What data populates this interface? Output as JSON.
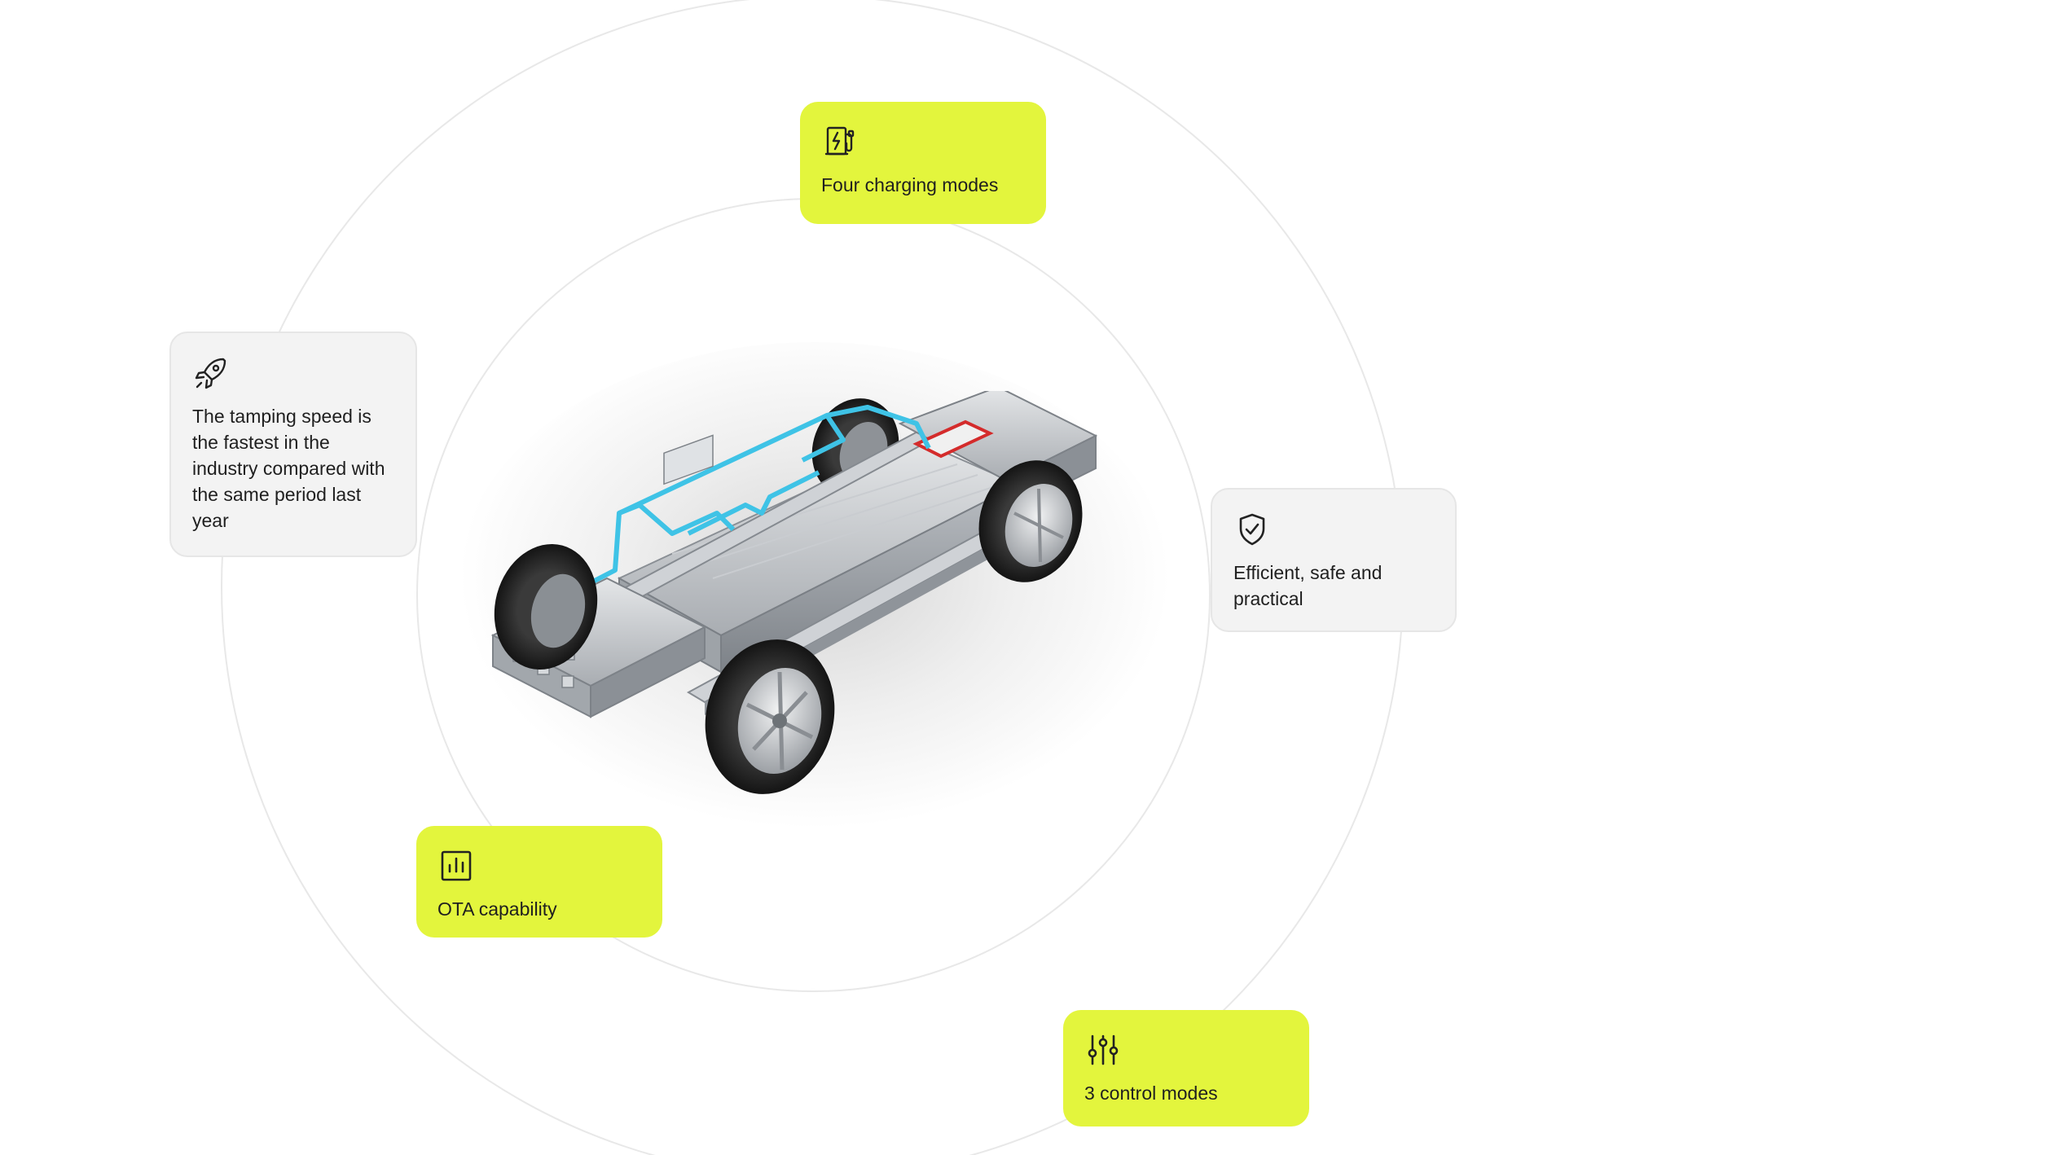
{
  "features": {
    "charging": {
      "icon": "ev-charger-icon",
      "label": "Four charging modes"
    },
    "speed": {
      "icon": "rocket-icon",
      "label": "The tamping speed is the fastest in the industry compared with the same period last year"
    },
    "efficient": {
      "icon": "shield-check-icon",
      "label": "Efficient, safe and practical"
    },
    "ota": {
      "icon": "bar-chart-icon",
      "label": "OTA capability"
    },
    "control": {
      "icon": "sliders-icon",
      "label": "3 control modes"
    }
  },
  "colors": {
    "accent_card": "#e3f53d",
    "muted_card": "#f3f3f3",
    "ring": "#e8e8e8",
    "coolant_line": "#3fc3e6",
    "high_voltage": "#d42b2b"
  },
  "image": {
    "subject": "chassis-image"
  }
}
